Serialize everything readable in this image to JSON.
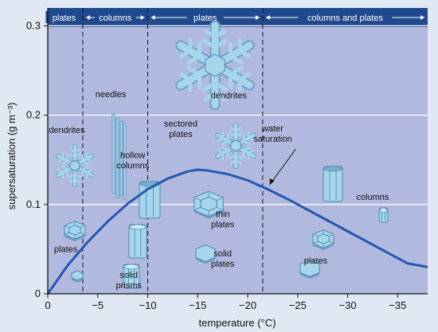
{
  "chart_data": {
    "type": "line",
    "title": "",
    "xlabel": "temperature (°C)",
    "ylabel": "supersaturation (g m⁻³)",
    "xlim": [
      0,
      -38
    ],
    "ylim": [
      0,
      0.32
    ],
    "x_ticks": [
      {
        "value": 0,
        "label": "0"
      },
      {
        "value": -5,
        "label": "−5"
      },
      {
        "value": -10,
        "label": "−10"
      },
      {
        "value": -15,
        "label": "−15"
      },
      {
        "value": -20,
        "label": "−20"
      },
      {
        "value": -25,
        "label": "−25"
      },
      {
        "value": -30,
        "label": "−30"
      },
      {
        "value": -35,
        "label": "−35"
      }
    ],
    "y_ticks": [
      {
        "value": 0,
        "label": "0"
      },
      {
        "value": 0.1,
        "label": "0.1"
      },
      {
        "value": 0.2,
        "label": "0.2"
      },
      {
        "value": 0.3,
        "label": "0.3"
      }
    ],
    "grid": "horizontal",
    "regime_boundaries": [
      -3.5,
      -10,
      -21.5
    ],
    "regimes": [
      {
        "label": "plates",
        "from": 0,
        "to": -3.5
      },
      {
        "label": "columns",
        "from": -3.5,
        "to": -10
      },
      {
        "label": "plates",
        "from": -10,
        "to": -21.5
      },
      {
        "label": "columns and plates",
        "from": -21.5,
        "to": -38
      }
    ],
    "series": [
      {
        "name": "water saturation",
        "color": "#2457b0",
        "x": [
          0,
          -2,
          -4,
          -6,
          -8,
          -10,
          -12,
          -14,
          -15,
          -16,
          -18,
          -20,
          -22,
          -24,
          -26,
          -28,
          -30,
          -32,
          -34,
          -36,
          -38
        ],
        "y": [
          0,
          0.032,
          0.058,
          0.081,
          0.101,
          0.117,
          0.129,
          0.137,
          0.139,
          0.138,
          0.134,
          0.127,
          0.117,
          0.106,
          0.094,
          0.082,
          0.07,
          0.058,
          0.046,
          0.034,
          0.03
        ]
      }
    ],
    "annotations": [
      {
        "text": "water saturation",
        "x": -22.5,
        "y": 0.182
      },
      {
        "text": "dendrites",
        "x": -1.9,
        "y": 0.18
      },
      {
        "text": "needles",
        "x": -6.3,
        "y": 0.22
      },
      {
        "text": "hollow columns",
        "x": -8.5,
        "y": 0.152
      },
      {
        "text": "sectored plates",
        "x": -13.3,
        "y": 0.187
      },
      {
        "text": "dendrites",
        "x": -18.1,
        "y": 0.219
      },
      {
        "text": "thin plates",
        "x": -17.5,
        "y": 0.086
      },
      {
        "text": "solid plates",
        "x": -17.5,
        "y": 0.042
      },
      {
        "text": "plates",
        "x": -1.8,
        "y": 0.047
      },
      {
        "text": "solid prisms",
        "x": -8.1,
        "y": 0.018
      },
      {
        "text": "columns",
        "x": -32.5,
        "y": 0.105
      },
      {
        "text": "plates",
        "x": -26.8,
        "y": 0.034
      }
    ]
  },
  "colors": {
    "plot_background": "#b1b9df",
    "band": "#214a8e",
    "curve": "#2457b0",
    "crystal_fill": "#a6d6ec",
    "crystal_stroke": "#4d87ad"
  }
}
